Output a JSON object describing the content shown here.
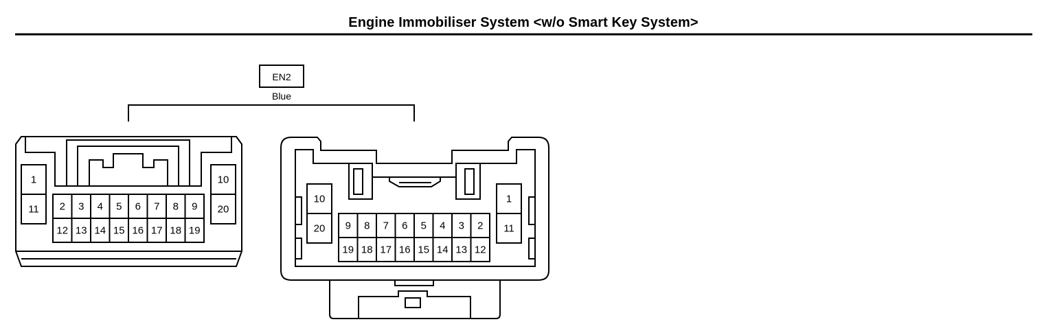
{
  "title": "Engine Immobiliser System <w/o Smart Key System>",
  "connector": {
    "code": "EN2",
    "color": "Blue"
  },
  "left_connector": {
    "side_left": [
      "1",
      "11"
    ],
    "side_right": [
      "10",
      "20"
    ],
    "top_row": [
      "2",
      "3",
      "4",
      "5",
      "6",
      "7",
      "8",
      "9"
    ],
    "bottom_row": [
      "12",
      "13",
      "14",
      "15",
      "16",
      "17",
      "18",
      "19"
    ]
  },
  "right_connector": {
    "side_left": [
      "10",
      "20"
    ],
    "side_right": [
      "1",
      "11"
    ],
    "top_row": [
      "9",
      "8",
      "7",
      "6",
      "5",
      "4",
      "3",
      "2"
    ],
    "bottom_row": [
      "19",
      "18",
      "17",
      "16",
      "15",
      "14",
      "13",
      "12"
    ]
  }
}
